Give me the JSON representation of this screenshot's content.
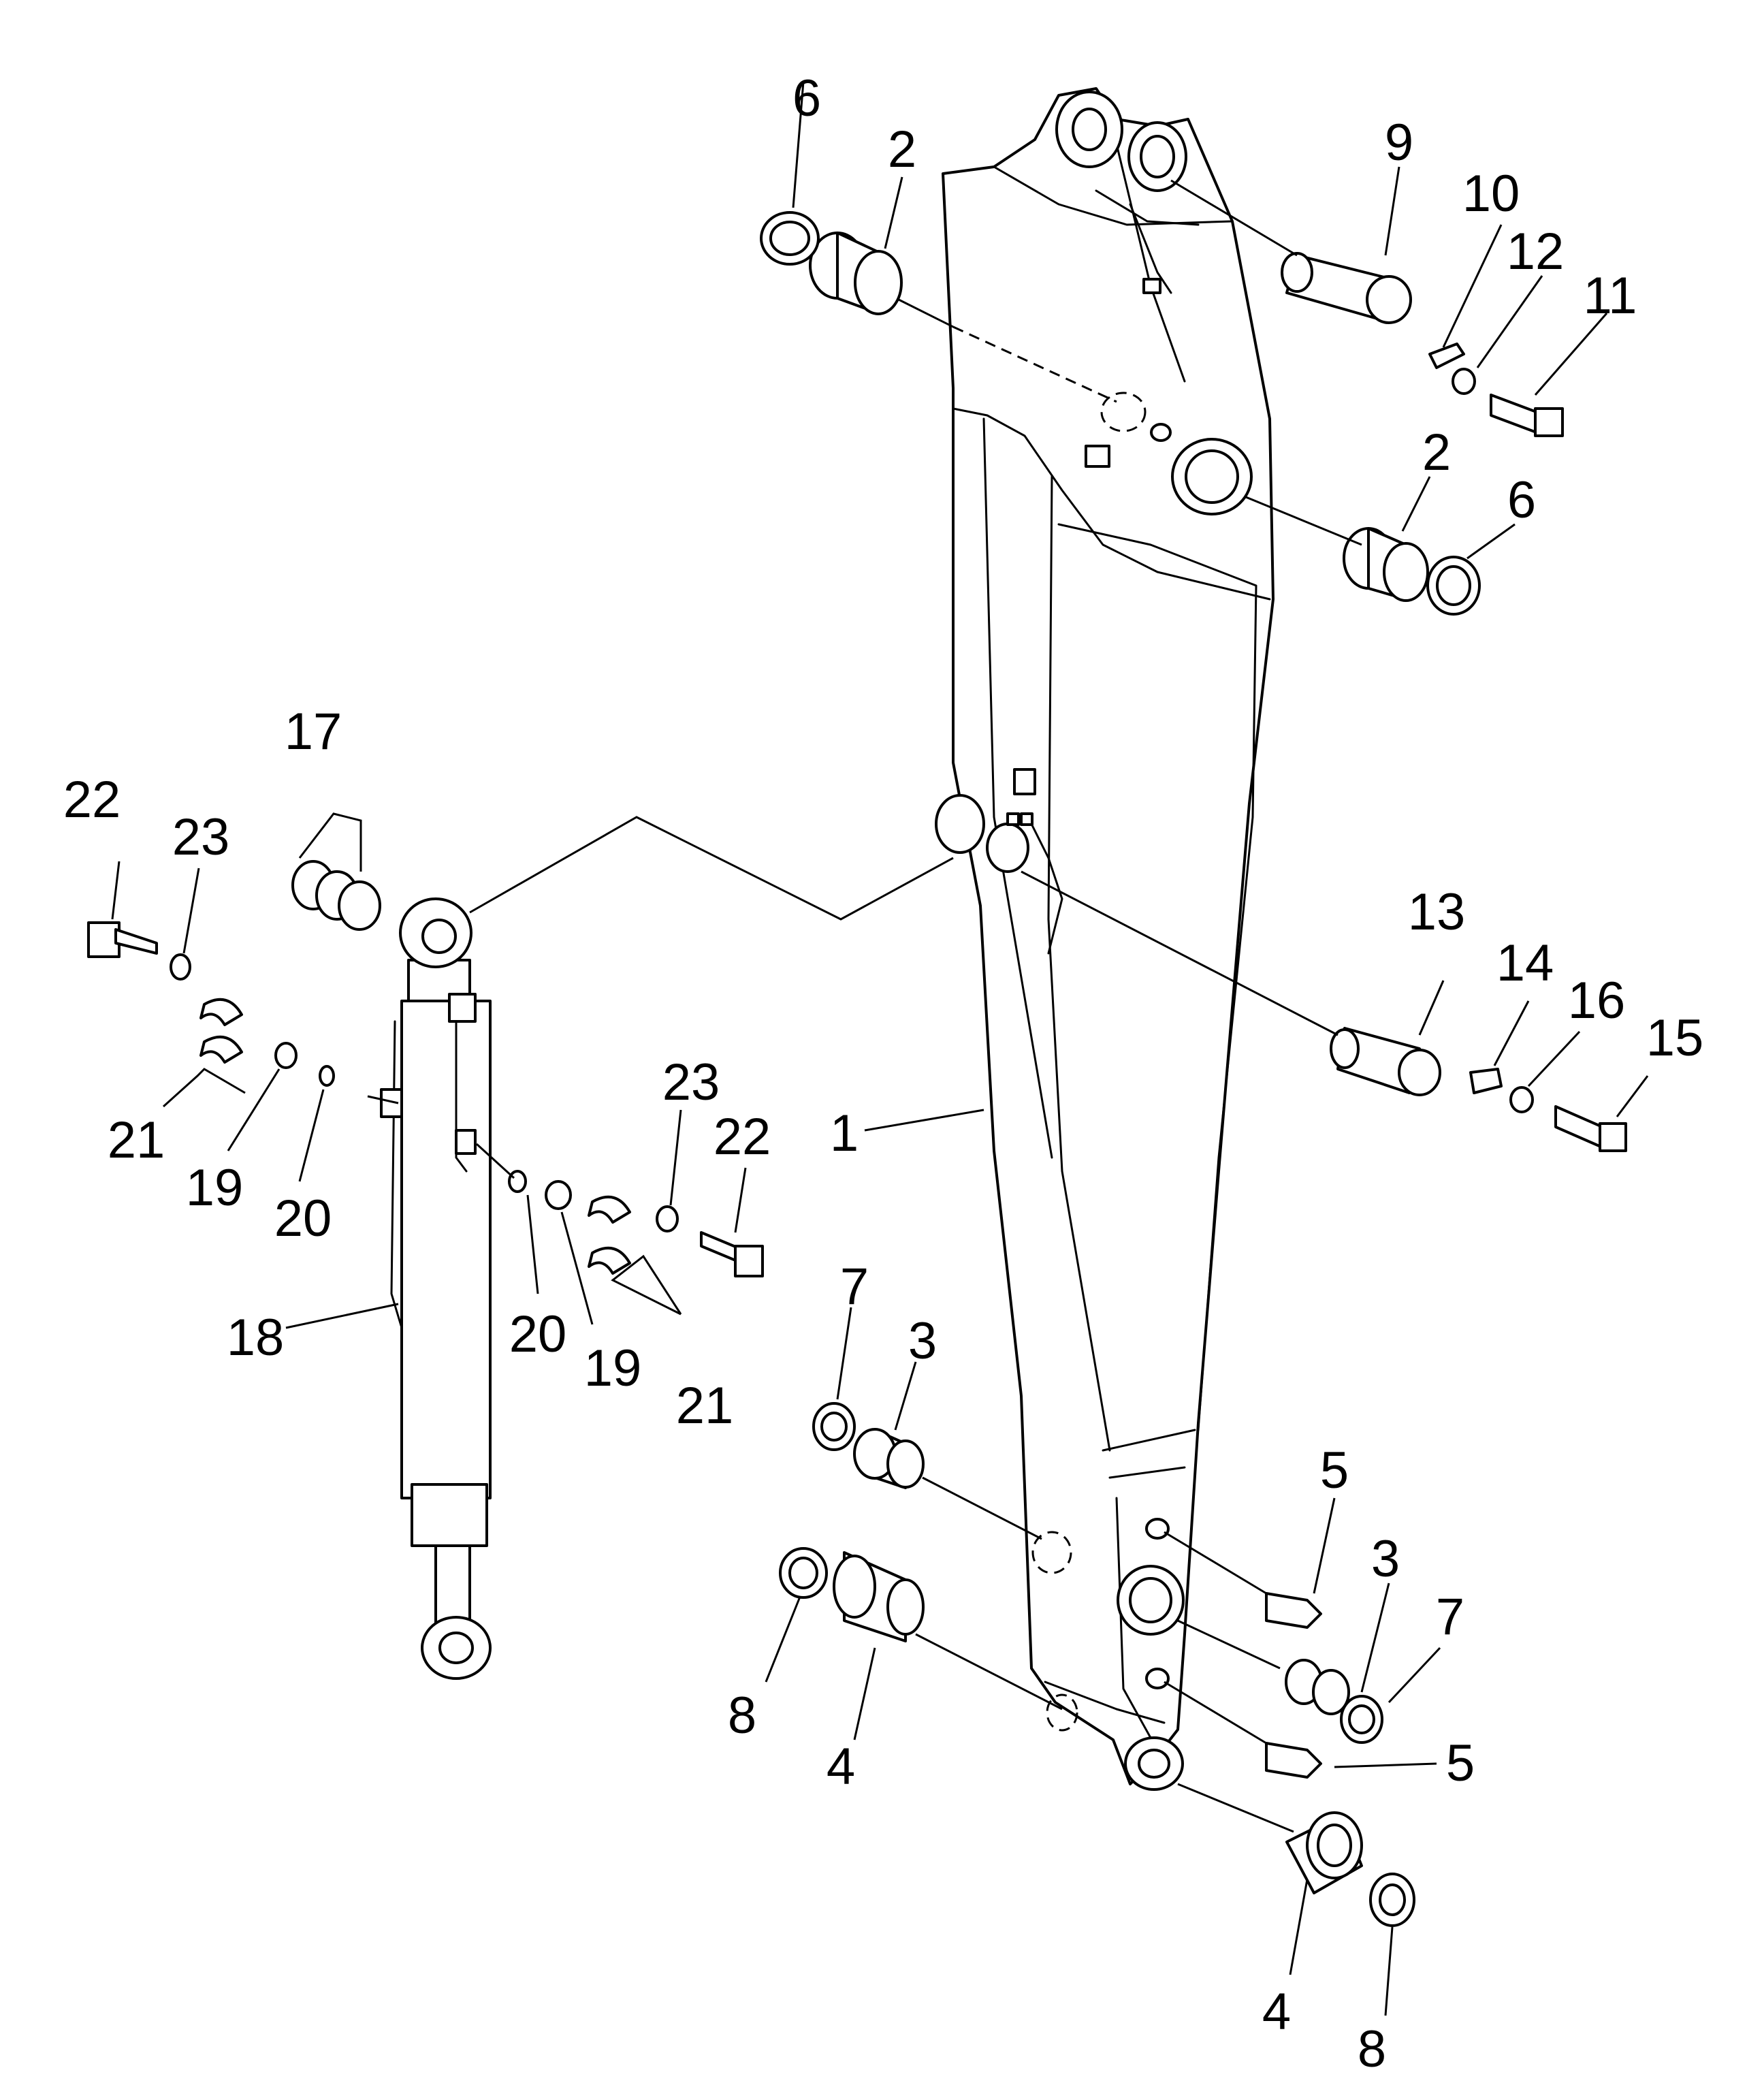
{
  "diagram": {
    "callouts": [
      {
        "id": "c6a",
        "label": "6"
      },
      {
        "id": "c2a",
        "label": "2"
      },
      {
        "id": "c9",
        "label": "9"
      },
      {
        "id": "c10",
        "label": "10"
      },
      {
        "id": "c12",
        "label": "12"
      },
      {
        "id": "c11",
        "label": "11"
      },
      {
        "id": "c2b",
        "label": "2"
      },
      {
        "id": "c6b",
        "label": "6"
      },
      {
        "id": "c17",
        "label": "17"
      },
      {
        "id": "c22a",
        "label": "22"
      },
      {
        "id": "c23a",
        "label": "23"
      },
      {
        "id": "c21a",
        "label": "21"
      },
      {
        "id": "c19a",
        "label": "19"
      },
      {
        "id": "c20a",
        "label": "20"
      },
      {
        "id": "c13",
        "label": "13"
      },
      {
        "id": "c14",
        "label": "14"
      },
      {
        "id": "c16",
        "label": "16"
      },
      {
        "id": "c15",
        "label": "15"
      },
      {
        "id": "c23b",
        "label": "23"
      },
      {
        "id": "c22b",
        "label": "22"
      },
      {
        "id": "c1",
        "label": "1"
      },
      {
        "id": "c18",
        "label": "18"
      },
      {
        "id": "c20b",
        "label": "20"
      },
      {
        "id": "c19b",
        "label": "19"
      },
      {
        "id": "c21b",
        "label": "21"
      },
      {
        "id": "c7a",
        "label": "7"
      },
      {
        "id": "c3a",
        "label": "3"
      },
      {
        "id": "c5a",
        "label": "5"
      },
      {
        "id": "c3b",
        "label": "3"
      },
      {
        "id": "c7b",
        "label": "7"
      },
      {
        "id": "c8a",
        "label": "8"
      },
      {
        "id": "c4a",
        "label": "4"
      },
      {
        "id": "c5b",
        "label": "5"
      },
      {
        "id": "c4b",
        "label": "4"
      },
      {
        "id": "c8b",
        "label": "8"
      }
    ]
  }
}
